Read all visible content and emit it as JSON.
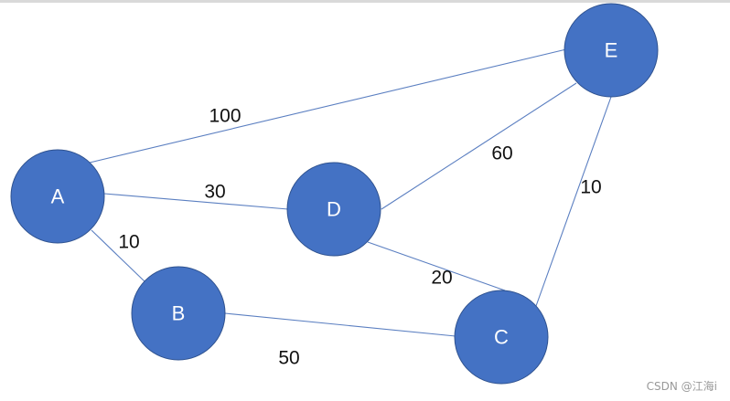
{
  "diagram": {
    "nodes": [
      {
        "id": "A",
        "label": "A"
      },
      {
        "id": "B",
        "label": "B"
      },
      {
        "id": "C",
        "label": "C"
      },
      {
        "id": "D",
        "label": "D"
      },
      {
        "id": "E",
        "label": "E"
      }
    ],
    "edges": [
      {
        "from": "A",
        "to": "E",
        "weight": "100"
      },
      {
        "from": "A",
        "to": "D",
        "weight": "30"
      },
      {
        "from": "A",
        "to": "B",
        "weight": "10"
      },
      {
        "from": "D",
        "to": "E",
        "weight": "60"
      },
      {
        "from": "E",
        "to": "C",
        "weight": "10"
      },
      {
        "from": "D",
        "to": "C",
        "weight": "20"
      },
      {
        "from": "B",
        "to": "C",
        "weight": "50"
      }
    ],
    "colors": {
      "node_fill": "#4472c4",
      "node_stroke": "#2f528f",
      "edge": "#5b7fc1",
      "label_text": "#111111"
    }
  },
  "watermark": "CSDN @江海i"
}
